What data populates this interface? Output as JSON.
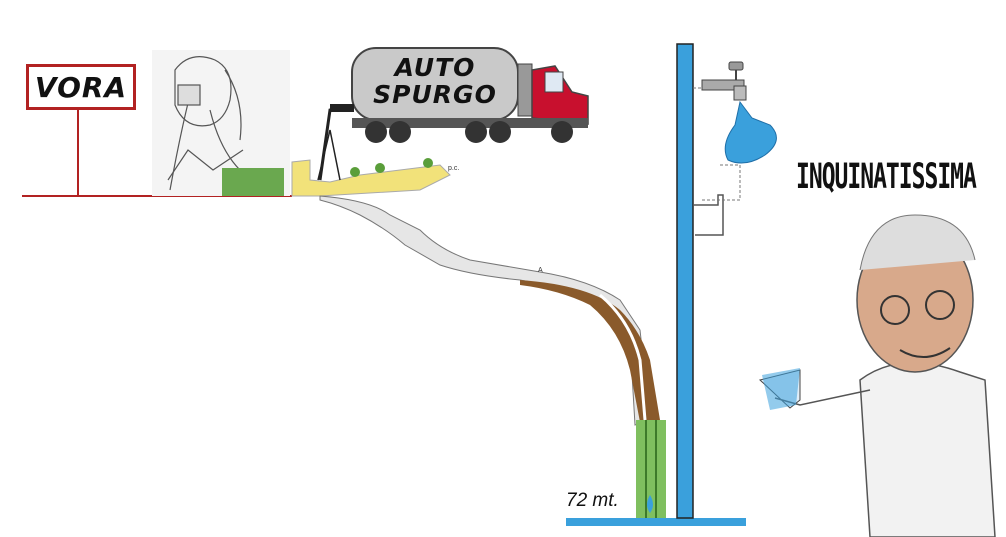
{
  "sign": {
    "text": "VORA"
  },
  "truck": {
    "label_line1": "AUTO",
    "label_line2": "SPURGO"
  },
  "headline": {
    "text": "INQUINATISSIMA"
  },
  "depth_label": {
    "text": "72 mt."
  },
  "cave_label": {
    "text": "p.c."
  },
  "marker": {
    "text": "A"
  },
  "colors": {
    "ground_line": "#b22222",
    "pipe": "#3aa0dc",
    "water": "#3aa0dc",
    "sediment": "#8a5a2b",
    "grass": "#6aa84f",
    "tank": "#c9c9c9",
    "cab": "#c8102e"
  },
  "icons": [
    "faucet-icon",
    "water-splash-icon",
    "drinking-glass-icon",
    "tree-icon",
    "water-tap-icon"
  ]
}
